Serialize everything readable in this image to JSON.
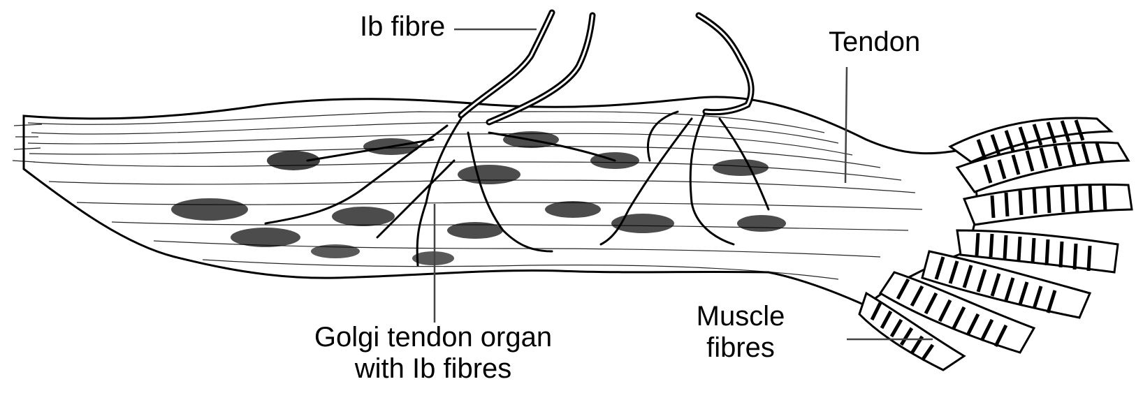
{
  "labels": {
    "ib_fibre": "Ib fibre",
    "tendon": "Tendon",
    "golgi_line1": "Golgi tendon organ",
    "golgi_line2": "with Ib fibres",
    "muscle_line1": "Muscle",
    "muscle_line2": "fibres"
  },
  "colors": {
    "ink": "#000000",
    "background": "#ffffff"
  }
}
